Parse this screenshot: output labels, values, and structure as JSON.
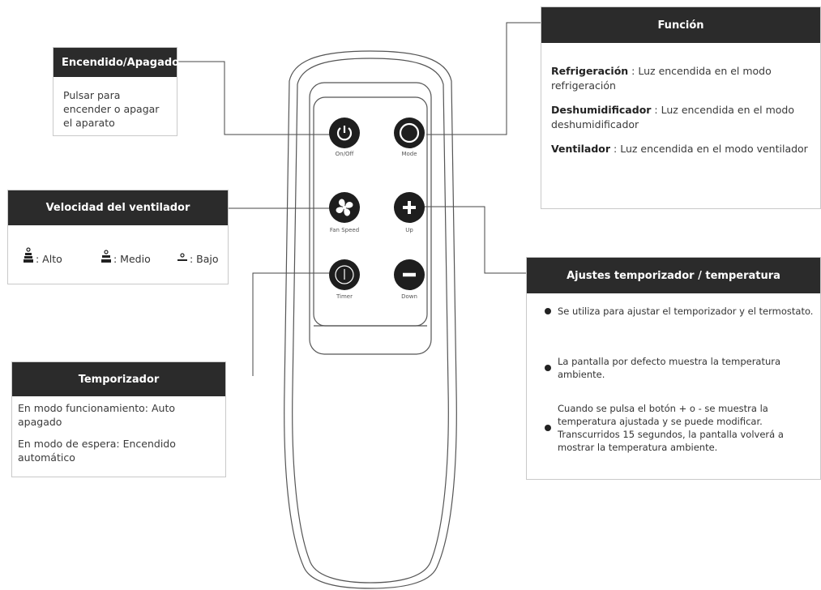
{
  "power_panel": {
    "title": "Encendido/Apagado",
    "description": "Pulsar para encender o apagar el aparato"
  },
  "function_panel": {
    "title": "Función",
    "items": [
      {
        "name": "Refrigeración",
        "text": " : Luz encendida en el modo refrigeración"
      },
      {
        "name": "Deshumidificador",
        "text": " : Luz encendida en el modo deshumidificador"
      },
      {
        "name": "Ventilador",
        "text": " : Luz encendida en el modo ventilador"
      }
    ]
  },
  "fan_panel": {
    "title": "Velocidad del ventilador",
    "speeds": [
      {
        "label": ": Alto",
        "icon": "fan-speed-high-icon"
      },
      {
        "label": ": Medio",
        "icon": "fan-speed-medium-icon"
      },
      {
        "label": ": Bajo",
        "icon": "fan-speed-low-icon"
      }
    ]
  },
  "adjust_panel": {
    "title": "Ajustes temporizador / temperatura",
    "items": [
      "Se utiliza para ajustar el temporizador y el termostato.",
      "La pantalla por defecto muestra la temperatura ambiente.",
      "Cuando se pulsa el botón + o - se muestra la temperatura ajustada y se puede modificar. Transcurridos 15 segundos, la pantalla volverá a mostrar la temperatura ambiente."
    ]
  },
  "timer_panel": {
    "title": "Temporizador",
    "lines": [
      "En modo funcionamiento: Auto apagado",
      "En modo de espera: Encendido automático"
    ]
  },
  "remote": {
    "buttons": [
      {
        "label": "On/Off",
        "icon": "power-icon"
      },
      {
        "label": "Mode",
        "icon": "mode-ring-icon"
      },
      {
        "label": "Fan Speed",
        "icon": "fan-icon"
      },
      {
        "label": "Up",
        "icon": "plus-icon"
      },
      {
        "label": "Timer",
        "icon": "clock-icon"
      },
      {
        "label": "Down",
        "icon": "minus-icon"
      }
    ]
  },
  "colors": {
    "header_bg": "#2b2b2b",
    "button_fill": "#1e1e1e",
    "outline": "#555555"
  }
}
